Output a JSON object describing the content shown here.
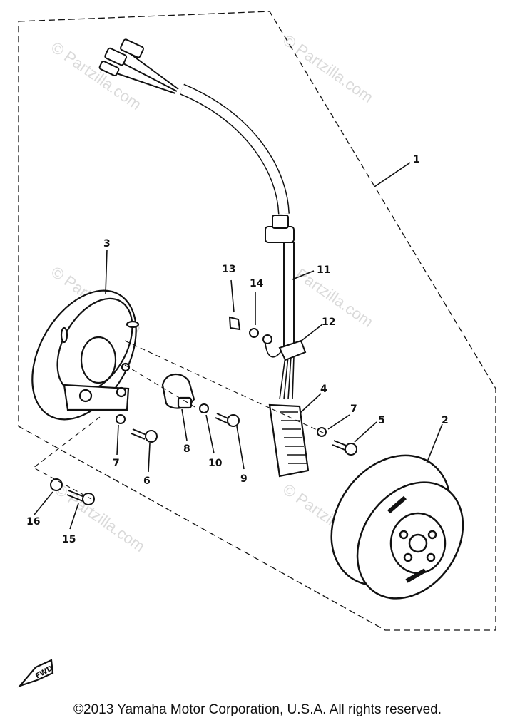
{
  "watermark": "© Partzilla.com",
  "copyright": "©2013  Yamaha Motor Corporation, U.S.A. All rights reserved.",
  "forward_marker": "FWD",
  "callouts": [
    "1",
    "2",
    "3",
    "4",
    "5",
    "6",
    "7",
    "7",
    "8",
    "9",
    "10",
    "11",
    "12",
    "13",
    "14",
    "15",
    "16"
  ]
}
